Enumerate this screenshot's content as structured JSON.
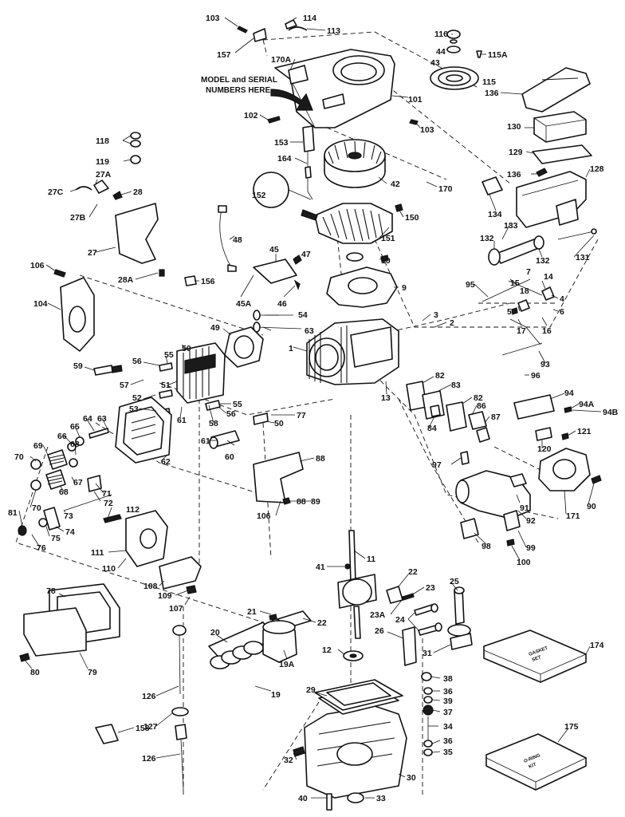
{
  "callout": {
    "line1": "MODEL and SERIAL",
    "line2": "NUMBERS HERE"
  },
  "kits": {
    "gasket_line1": "GASKET",
    "gasket_line2": "SET",
    "oring_line1": "O-RING",
    "oring_line2": "KIT"
  },
  "labels": [
    {
      "id": "103a",
      "text": "103"
    },
    {
      "id": "114",
      "text": "114"
    },
    {
      "id": "113",
      "text": "113"
    },
    {
      "id": "157",
      "text": "157"
    },
    {
      "id": "170A",
      "text": "170A"
    },
    {
      "id": "116",
      "text": "116"
    },
    {
      "id": "44",
      "text": "44"
    },
    {
      "id": "43",
      "text": "43"
    },
    {
      "id": "115A",
      "text": "115A"
    },
    {
      "id": "115",
      "text": "115"
    },
    {
      "id": "136a",
      "text": "136"
    },
    {
      "id": "101",
      "text": "101"
    },
    {
      "id": "102",
      "text": "102"
    },
    {
      "id": "103b",
      "text": "103"
    },
    {
      "id": "130",
      "text": "130"
    },
    {
      "id": "153",
      "text": "153"
    },
    {
      "id": "118",
      "text": "118"
    },
    {
      "id": "119",
      "text": "119"
    },
    {
      "id": "129",
      "text": "129"
    },
    {
      "id": "164",
      "text": "164"
    },
    {
      "id": "27A",
      "text": "27A"
    },
    {
      "id": "42",
      "text": "42"
    },
    {
      "id": "170",
      "text": "170"
    },
    {
      "id": "136b",
      "text": "136"
    },
    {
      "id": "128",
      "text": "128"
    },
    {
      "id": "27C",
      "text": "27C"
    },
    {
      "id": "28",
      "text": "28"
    },
    {
      "id": "152",
      "text": "152"
    },
    {
      "id": "27B",
      "text": "27B"
    },
    {
      "id": "150",
      "text": "150"
    },
    {
      "id": "134",
      "text": "134"
    },
    {
      "id": "48",
      "text": "48"
    },
    {
      "id": "133",
      "text": "133"
    },
    {
      "id": "151",
      "text": "151"
    },
    {
      "id": "132a",
      "text": "132"
    },
    {
      "id": "27",
      "text": "27"
    },
    {
      "id": "45",
      "text": "45"
    },
    {
      "id": "47",
      "text": "47"
    },
    {
      "id": "132b",
      "text": "132"
    },
    {
      "id": "131",
      "text": "131"
    },
    {
      "id": "10",
      "text": "10"
    },
    {
      "id": "106a",
      "text": "106"
    },
    {
      "id": "28A",
      "text": "28A"
    },
    {
      "id": "156",
      "text": "156"
    },
    {
      "id": "45A",
      "text": "45A"
    },
    {
      "id": "46",
      "text": "46"
    },
    {
      "id": "9",
      "text": "9"
    },
    {
      "id": "95",
      "text": "95"
    },
    {
      "id": "7",
      "text": "7"
    },
    {
      "id": "15",
      "text": "15"
    },
    {
      "id": "14",
      "text": "14"
    },
    {
      "id": "18",
      "text": "18"
    },
    {
      "id": "104",
      "text": "104"
    },
    {
      "id": "4",
      "text": "4"
    },
    {
      "id": "54",
      "text": "54"
    },
    {
      "id": "5",
      "text": "5"
    },
    {
      "id": "6",
      "text": "6"
    },
    {
      "id": "3",
      "text": "3"
    },
    {
      "id": "2",
      "text": "2"
    },
    {
      "id": "49",
      "text": "49"
    },
    {
      "id": "63",
      "text": "63"
    },
    {
      "id": "17",
      "text": "17"
    },
    {
      "id": "16",
      "text": "16"
    },
    {
      "id": "50a",
      "text": "50"
    },
    {
      "id": "1",
      "text": "1"
    },
    {
      "id": "56a",
      "text": "56"
    },
    {
      "id": "55a",
      "text": "55"
    },
    {
      "id": "59",
      "text": "59"
    },
    {
      "id": "93",
      "text": "93"
    },
    {
      "id": "57",
      "text": "57"
    },
    {
      "id": "51",
      "text": "51"
    },
    {
      "id": "96",
      "text": "96"
    },
    {
      "id": "13",
      "text": "13"
    },
    {
      "id": "82a",
      "text": "82"
    },
    {
      "id": "83",
      "text": "83"
    },
    {
      "id": "52",
      "text": "52"
    },
    {
      "id": "55b",
      "text": "55"
    },
    {
      "id": "94",
      "text": "94"
    },
    {
      "id": "53",
      "text": "53"
    },
    {
      "id": "56b",
      "text": "56"
    },
    {
      "id": "82b",
      "text": "82"
    },
    {
      "id": "94A",
      "text": "94A"
    },
    {
      "id": "61a",
      "text": "61"
    },
    {
      "id": "77",
      "text": "77"
    },
    {
      "id": "86",
      "text": "86"
    },
    {
      "id": "94B",
      "text": "94B"
    },
    {
      "id": "64",
      "text": "64"
    },
    {
      "id": "63b",
      "text": "63"
    },
    {
      "id": "58",
      "text": "58"
    },
    {
      "id": "84",
      "text": "84"
    },
    {
      "id": "87",
      "text": "87"
    },
    {
      "id": "65",
      "text": "65"
    },
    {
      "id": "50b",
      "text": "50"
    },
    {
      "id": "88a",
      "text": "88"
    },
    {
      "id": "121",
      "text": "121"
    },
    {
      "id": "66",
      "text": "66"
    },
    {
      "id": "69",
      "text": "69"
    },
    {
      "id": "68a",
      "text": "68"
    },
    {
      "id": "61b",
      "text": "61"
    },
    {
      "id": "120",
      "text": "120"
    },
    {
      "id": "70a",
      "text": "70"
    },
    {
      "id": "62",
      "text": "62"
    },
    {
      "id": "60",
      "text": "60"
    },
    {
      "id": "88b",
      "text": "88"
    },
    {
      "id": "97",
      "text": "97"
    },
    {
      "id": "67",
      "text": "67"
    },
    {
      "id": "71",
      "text": "71"
    },
    {
      "id": "68b",
      "text": "68"
    },
    {
      "id": "72",
      "text": "72"
    },
    {
      "id": "70b",
      "text": "70"
    },
    {
      "id": "106b",
      "text": "106"
    },
    {
      "id": "89",
      "text": "89"
    },
    {
      "id": "91",
      "text": "91"
    },
    {
      "id": "90",
      "text": "90"
    },
    {
      "id": "81",
      "text": "81"
    },
    {
      "id": "73",
      "text": "73"
    },
    {
      "id": "112",
      "text": "112"
    },
    {
      "id": "92",
      "text": "92"
    },
    {
      "id": "171",
      "text": "171"
    },
    {
      "id": "74",
      "text": "74"
    },
    {
      "id": "75",
      "text": "75"
    },
    {
      "id": "76",
      "text": "76"
    },
    {
      "id": "98",
      "text": "98"
    },
    {
      "id": "99",
      "text": "99"
    },
    {
      "id": "111",
      "text": "111"
    },
    {
      "id": "100",
      "text": "100"
    },
    {
      "id": "110",
      "text": "110"
    },
    {
      "id": "41",
      "text": "41"
    },
    {
      "id": "11",
      "text": "11"
    },
    {
      "id": "108",
      "text": "108"
    },
    {
      "id": "22a",
      "text": "22"
    },
    {
      "id": "109",
      "text": "109"
    },
    {
      "id": "23",
      "text": "23"
    },
    {
      "id": "25",
      "text": "25"
    },
    {
      "id": "107",
      "text": "107"
    },
    {
      "id": "78",
      "text": "78"
    },
    {
      "id": "21",
      "text": "21"
    },
    {
      "id": "23A",
      "text": "23A"
    },
    {
      "id": "24",
      "text": "24"
    },
    {
      "id": "22b",
      "text": "22"
    },
    {
      "id": "20",
      "text": "20"
    },
    {
      "id": "26",
      "text": "26"
    },
    {
      "id": "174",
      "text": "174"
    },
    {
      "id": "12",
      "text": "12"
    },
    {
      "id": "31",
      "text": "31"
    },
    {
      "id": "19A",
      "text": "19A"
    },
    {
      "id": "80",
      "text": "80"
    },
    {
      "id": "79",
      "text": "79"
    },
    {
      "id": "38",
      "text": "38"
    },
    {
      "id": "126a",
      "text": "126"
    },
    {
      "id": "19",
      "text": "19"
    },
    {
      "id": "29",
      "text": "29"
    },
    {
      "id": "36a",
      "text": "36"
    },
    {
      "id": "39",
      "text": "39"
    },
    {
      "id": "37",
      "text": "37"
    },
    {
      "id": "127",
      "text": "127"
    },
    {
      "id": "34",
      "text": "34"
    },
    {
      "id": "158",
      "text": "158"
    },
    {
      "id": "175",
      "text": "175"
    },
    {
      "id": "36b",
      "text": "36"
    },
    {
      "id": "35",
      "text": "35"
    },
    {
      "id": "126b",
      "text": "126"
    },
    {
      "id": "32",
      "text": "32"
    },
    {
      "id": "30",
      "text": "30"
    },
    {
      "id": "40",
      "text": "40"
    },
    {
      "id": "33",
      "text": "33"
    }
  ]
}
